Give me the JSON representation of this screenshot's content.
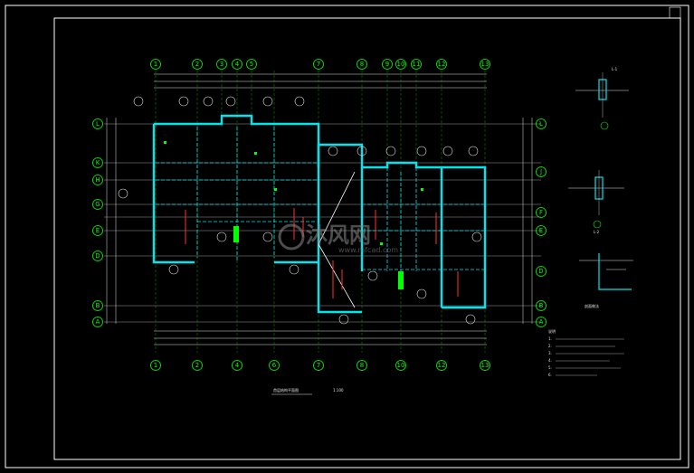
{
  "drawing": {
    "title": "首层结构平面图",
    "scale": "1:100",
    "watermark_brand": "沐风网",
    "watermark_url": "www.mfcad.com"
  },
  "axes": {
    "top_numbers": [
      "1",
      "2",
      "3",
      "4",
      "5",
      "7",
      "8",
      "9",
      "10",
      "11",
      "12",
      "13"
    ],
    "bottom_numbers": [
      "1",
      "2",
      "4",
      "6",
      "7",
      "8",
      "10",
      "12",
      "13"
    ],
    "left_letters": [
      "L",
      "K",
      "H",
      "G",
      "E",
      "D",
      "B",
      "A"
    ],
    "right_letters": [
      "L",
      "J",
      "F",
      "E",
      "D",
      "B",
      "A"
    ]
  },
  "details": {
    "d1_label": "L-1",
    "d2_label": "L-2",
    "d3_label": "剖面做法"
  },
  "notes": {
    "heading": "说明",
    "lines": [
      "1.",
      "2.",
      "3.",
      "4.",
      "5.",
      "6."
    ]
  },
  "colors": {
    "wall": "#00e5ee",
    "axis": "#00ff00",
    "beam": "#ff3030",
    "dim": "#e0e0e0",
    "frame": "#ffffff"
  }
}
